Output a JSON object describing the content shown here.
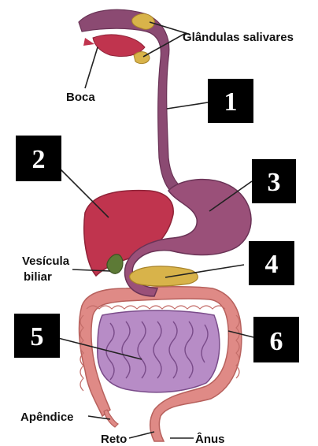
{
  "colors": {
    "esophagus": "#8b4a72",
    "stomach": "#9a5079",
    "liver": "#c0344e",
    "gallbladder": "#5d7a36",
    "pancreas": "#d8b34a",
    "salivary": "#d8b34a",
    "large_intestine": "#df8a86",
    "small_intestine": "#b78cc6",
    "small_intestine_line": "#7a4c8a"
  },
  "labels": {
    "salivary_glands": "Glândulas salivares",
    "mouth": "Boca",
    "gallbladder": "Vesícula biliar",
    "gallbladder_line1": "Vesícula",
    "gallbladder_line2": "biliar",
    "appendix": "Apêndice",
    "rectum": "Reto",
    "anus": "Ânus"
  },
  "number_boxes": [
    "1",
    "2",
    "3",
    "4",
    "5",
    "6"
  ]
}
